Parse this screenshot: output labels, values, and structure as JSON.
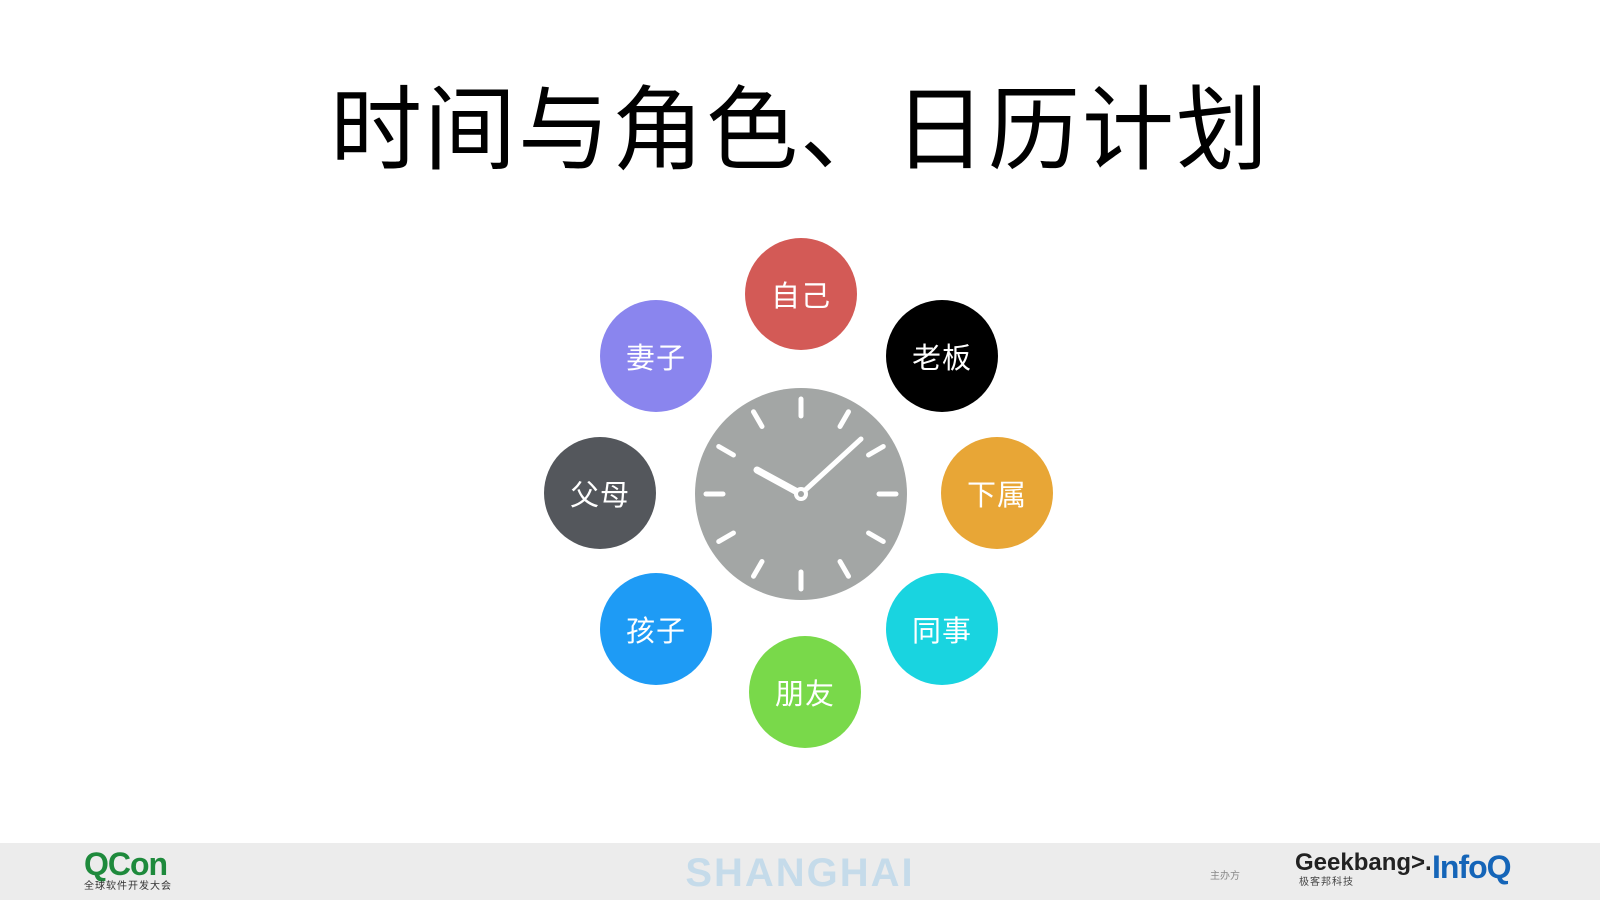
{
  "slide": {
    "title": "时间与角色、日历计划"
  },
  "roles": [
    {
      "label": "自己",
      "color": "#d35a56"
    },
    {
      "label": "老板",
      "color": "#000000"
    },
    {
      "label": "下属",
      "color": "#e8a636"
    },
    {
      "label": "同事",
      "color": "#19d4e0"
    },
    {
      "label": "朋友",
      "color": "#79d94a"
    },
    {
      "label": "孩子",
      "color": "#1e9bf5"
    },
    {
      "label": "父母",
      "color": "#54575c"
    },
    {
      "label": "妻子",
      "color": "#8a85ee"
    }
  ],
  "clock": {
    "face_color": "#a3a6a5",
    "tick_color": "#ffffff",
    "icon": "clock-icon"
  },
  "footer": {
    "qcon_logo": "QCon",
    "qcon_subtitle": "全球软件开发大会",
    "city": "SHANGHAI",
    "organizer_label": "主办方",
    "geekbang_logo": "Geekbang>.",
    "geekbang_subtitle": "极客邦科技",
    "infoq_logo": "InfoQ"
  }
}
